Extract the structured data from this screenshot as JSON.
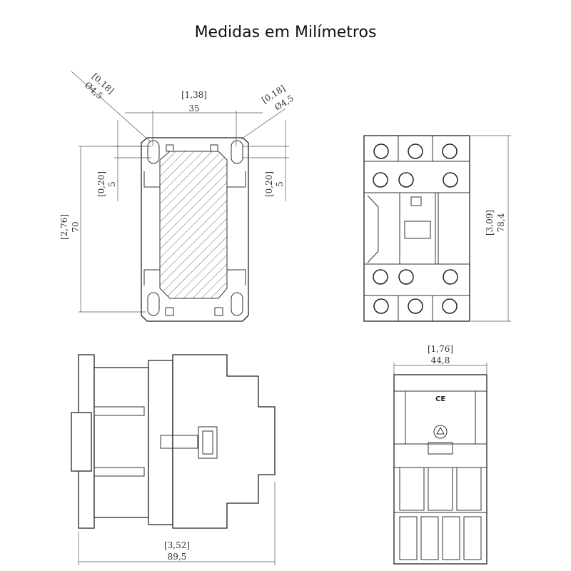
{
  "title": "Medidas em Milímetros",
  "top_view": {
    "hole_left": {
      "inch": "[0,18]",
      "mm": "Ø4,5"
    },
    "hole_right": {
      "inch": "[0,18]",
      "mm": "Ø4,5"
    },
    "width": {
      "inch": "[1,38]",
      "mm": "35"
    },
    "offset_left": {
      "inch": "[0,20]",
      "mm": "5"
    },
    "offset_right": {
      "inch": "[0,20]",
      "mm": "5"
    },
    "height": {
      "inch": "[2,76]",
      "mm": "70"
    }
  },
  "front_view": {
    "height": {
      "inch": "[3,09]",
      "mm": "78,4"
    }
  },
  "side_view": {
    "depth": {
      "inch": "[3,52]",
      "mm": "89,5"
    }
  },
  "end_view": {
    "width": {
      "inch": "[1,76]",
      "mm": "44,8"
    },
    "mark": "CE"
  }
}
